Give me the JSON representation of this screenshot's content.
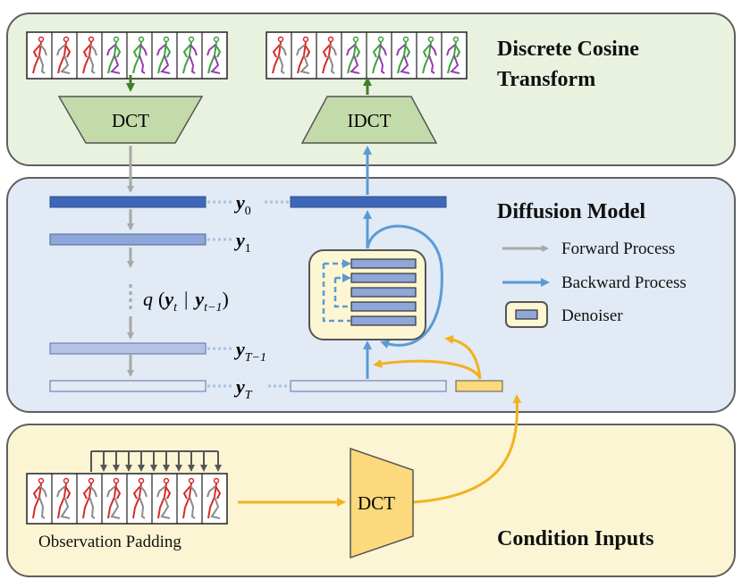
{
  "panels": {
    "dct_title_line1": "Discrete Cosine",
    "dct_title_line2": "Transform",
    "diffusion_title": "Diffusion Model",
    "condition_title": "Condition Inputs"
  },
  "blocks": {
    "dct_top": "DCT",
    "idct": "IDCT",
    "dct_condition": "DCT"
  },
  "latents": {
    "y0_base": "y",
    "y0_sub": "0",
    "y1_base": "y",
    "y1_sub": "1",
    "yT1_base": "y",
    "yT1_sub": "T−1",
    "yT_base": "y",
    "yT_sub": "T"
  },
  "equation": {
    "q": "q",
    "yt": "y",
    "yt_sub": "t",
    "bar": "|",
    "ytm1": "y",
    "ytm1_sub": "t−1"
  },
  "legend": {
    "forward": "Forward Process",
    "backward": "Backward Process",
    "denoiser": "Denoiser"
  },
  "observation_caption": "Observation Padding",
  "colors": {
    "forward_arrow": "#a8a8a8",
    "backward_arrow": "#5a9bd5",
    "condition_arrow": "#f2b21c",
    "dct_green": "#c3dbaa",
    "dct_yellow": "#fbd97c",
    "bar_dark": "#3f67b8",
    "bar_mid": "#8ea6d8",
    "bar_light": "#b4c2e3",
    "bar_pale": "#e4e9f4",
    "denoiser_bg": "#fcf6d2",
    "pose_red": "#d62a2a",
    "pose_gray": "#8a8a8a",
    "pose_green": "#3da23d",
    "pose_purple": "#9b3ab3"
  },
  "icons": [
    "pose-frame-icon",
    "forward-arrow-icon",
    "backward-arrow-icon",
    "denoiser-icon"
  ]
}
